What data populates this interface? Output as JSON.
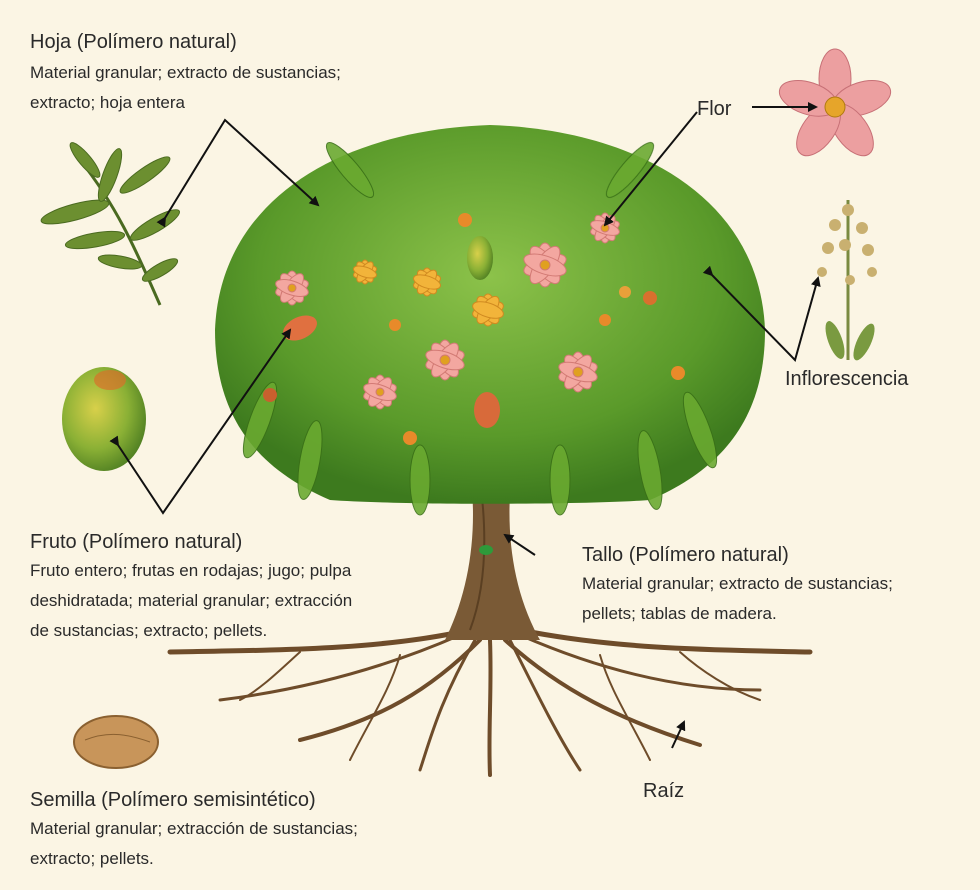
{
  "hoja": {
    "title": "Hoja (Polímero natural)",
    "lines": [
      "Material granular; extracto de sustancias;",
      "extracto; hoja entera"
    ]
  },
  "flor": {
    "title": "Flor"
  },
  "inflorescencia": {
    "title": "Inflorescencia"
  },
  "fruto": {
    "title": "Fruto (Polímero natural)",
    "lines": [
      "Fruto entero; frutas en rodajas; jugo; pulpa",
      "deshidratada; material granular; extracción",
      "de sustancias; extracto; pellets."
    ]
  },
  "tallo": {
    "title": "Tallo (Polímero natural)",
    "lines": [
      "Material granular; extracto de sustancias;",
      "pellets; tablas de madera."
    ]
  },
  "semilla": {
    "title": "Semilla (Polímero semisintético)",
    "lines": [
      "Material granular; extracción de sustancias;",
      "extracto; pellets."
    ]
  },
  "raiz": {
    "title": "Raíz"
  },
  "colors": {
    "background": "#fbf5e4",
    "leaf": "#5f9e2c",
    "trunk": "#7a5a36",
    "flower": "#f2a0a0",
    "arrow": "#111111"
  }
}
